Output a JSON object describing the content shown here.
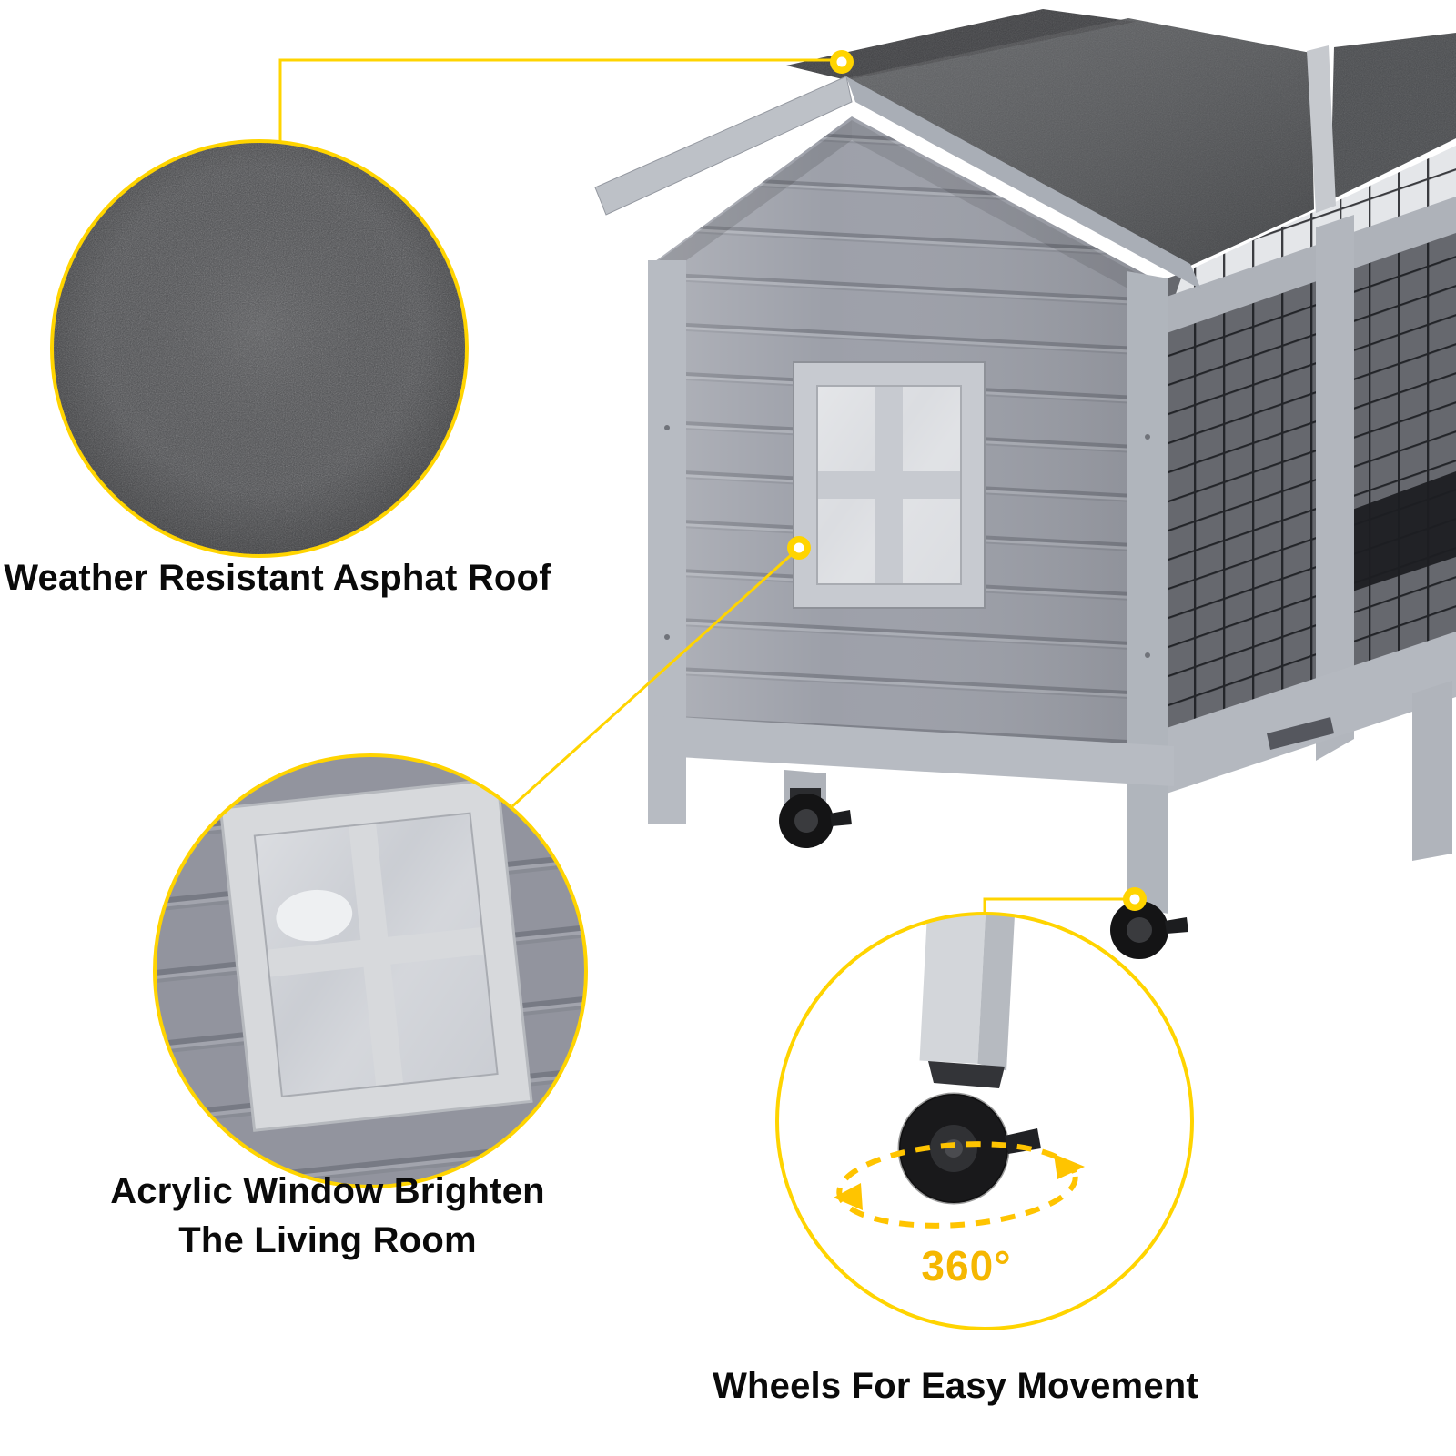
{
  "callouts": {
    "roof": {
      "label": "Weather Resistant Asphat Roof"
    },
    "window": {
      "label_line1": "Acrylic Window Brighten",
      "label_line2": "The Living Room"
    },
    "wheels": {
      "label": "Wheels For Easy Movement",
      "badge": "360°"
    }
  },
  "colors": {
    "accent_yellow": "#FFD400",
    "badge_gold": "#F5B700",
    "label_text": "#0A0A0A",
    "asphalt_gray": "#4B4C4F",
    "wood_gray": "#9DA0A9"
  }
}
